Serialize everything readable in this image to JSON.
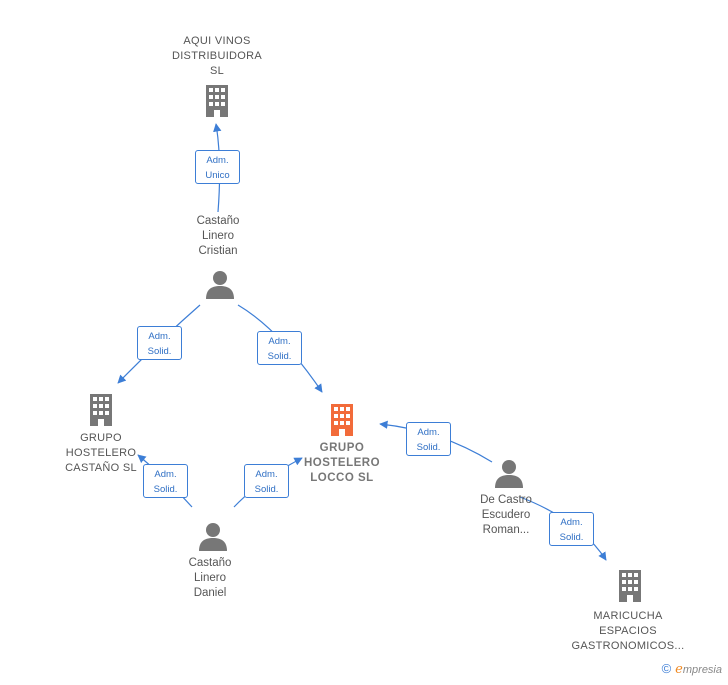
{
  "nodes": {
    "aqui_vinos": {
      "lines": [
        "AQUI VINOS",
        "DISTRIBUIDORA",
        "SL"
      ],
      "type": "company"
    },
    "castano_cristian": {
      "lines": [
        "Castaño",
        "Linero",
        "Cristian"
      ],
      "type": "person"
    },
    "grupo_castano": {
      "lines": [
        "GRUPO",
        "HOSTELERO",
        "CASTAÑO  SL"
      ],
      "type": "company"
    },
    "grupo_locco": {
      "lines": [
        "GRUPO",
        "HOSTELERO",
        "LOCCO  SL"
      ],
      "type": "company-main"
    },
    "de_castro": {
      "lines": [
        "De Castro",
        "Escudero",
        "Roman..."
      ],
      "type": "person"
    },
    "castano_daniel": {
      "lines": [
        "Castaño",
        "Linero",
        "Daniel"
      ],
      "type": "person"
    },
    "maricucha": {
      "lines": [
        "MARICUCHA",
        "ESPACIOS",
        "GASTRONOMICOS..."
      ],
      "type": "company"
    }
  },
  "roles": {
    "cristian_aqui": [
      "Adm.",
      "Unico"
    ],
    "cristian_castano": [
      "Adm.",
      "Solid."
    ],
    "cristian_locco": [
      "Adm.",
      "Solid."
    ],
    "decastro_locco": [
      "Adm.",
      "Solid."
    ],
    "daniel_castano": [
      "Adm.",
      "Solid."
    ],
    "daniel_locco": [
      "Adm.",
      "Solid."
    ],
    "decastro_maricucha": [
      "Adm.",
      "Solid."
    ]
  },
  "colors": {
    "edge": "#3d7ed6",
    "icon": "#777777",
    "icon_main": "#f26b3a"
  },
  "footer": {
    "copyright": "©",
    "brand_initial": "e",
    "brand_rest": "mpresia"
  }
}
